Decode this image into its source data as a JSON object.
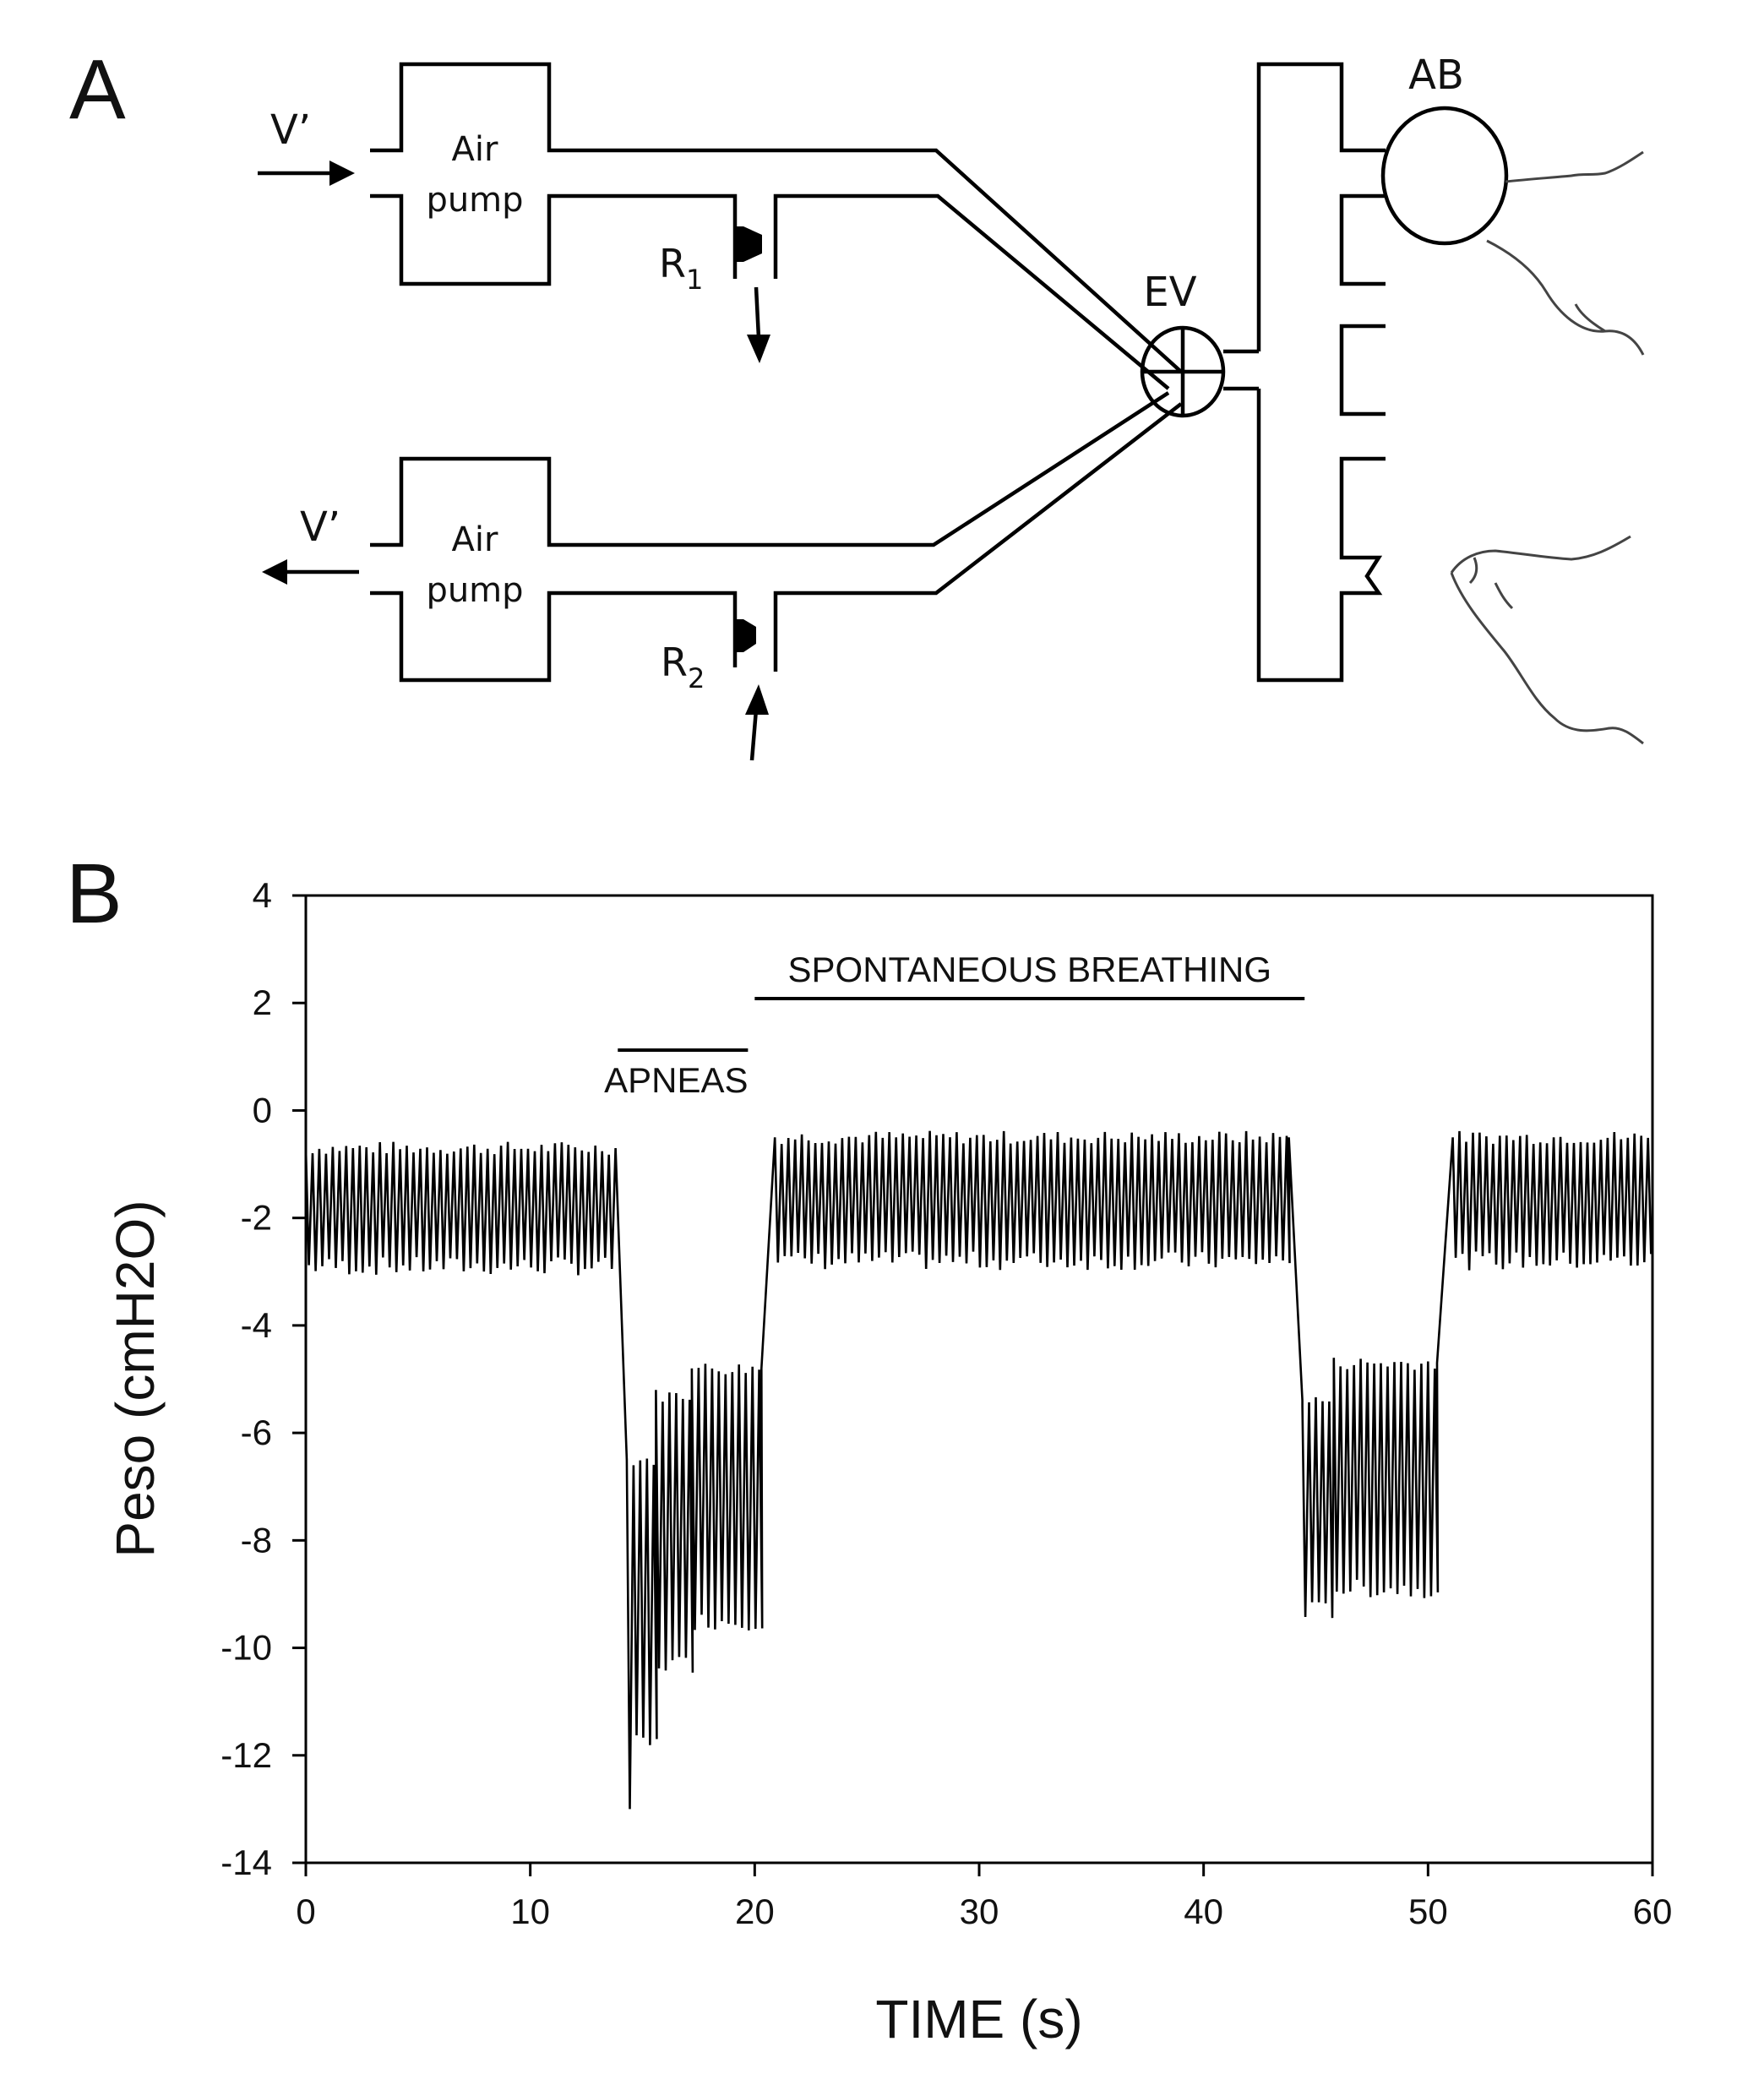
{
  "panel_a": {
    "letter": "A",
    "flow_in_label": "V’",
    "flow_out_label": "V’",
    "pump_top": {
      "line1": "Air",
      "line2": "pump"
    },
    "pump_bottom": {
      "line1": "Air",
      "line2": "pump"
    },
    "resistor_top": {
      "letter": "R",
      "subscript": "1"
    },
    "resistor_bottom": {
      "letter": "R",
      "subscript": "2"
    },
    "valve_label": "EV",
    "balloon_label": "AB"
  },
  "panel_b": {
    "letter": "B",
    "annotations": {
      "apneas": "APNEAS",
      "spontaneous": "SPONTANEOUS BREATHING"
    }
  },
  "chart_data": {
    "type": "line",
    "xlabel": "TIME (s)",
    "ylabel": "Peso (cmH2O)",
    "xlim": [
      0,
      60
    ],
    "ylim": [
      -14,
      4
    ],
    "xticks": [
      0,
      10,
      20,
      30,
      40,
      50,
      60
    ],
    "yticks": [
      -14,
      -12,
      -10,
      -8,
      -6,
      -4,
      -2,
      0,
      2,
      4
    ],
    "grid": false,
    "line_color": "#000000",
    "breath_period_s": 0.3,
    "segments": [
      {
        "t_start": 0.0,
        "t_end": 13.8,
        "peak": -0.7,
        "trough": -2.9
      },
      {
        "t_start": 14.3,
        "t_end": 15.6,
        "peak": -6.5,
        "trough": -11.8
      },
      {
        "t_start": 15.6,
        "t_end": 17.2,
        "peak": -5.3,
        "trough": -10.3
      },
      {
        "t_start": 17.2,
        "t_end": 20.3,
        "peak": -4.8,
        "trough": -9.5
      },
      {
        "t_start": 20.9,
        "t_end": 43.8,
        "peak": -0.5,
        "trough": -2.8
      },
      {
        "t_start": 44.4,
        "t_end": 45.8,
        "peak": -5.4,
        "trough": -9.3
      },
      {
        "t_start": 45.8,
        "t_end": 50.4,
        "peak": -4.7,
        "trough": -8.9
      },
      {
        "t_start": 51.1,
        "t_end": 60.0,
        "peak": -0.5,
        "trough": -2.8
      }
    ],
    "apneas_bar": [
      13.9,
      19.7
    ],
    "spontaneous_bar": [
      20.0,
      44.5
    ],
    "min_point": [
      14.4,
      -13.0
    ]
  }
}
